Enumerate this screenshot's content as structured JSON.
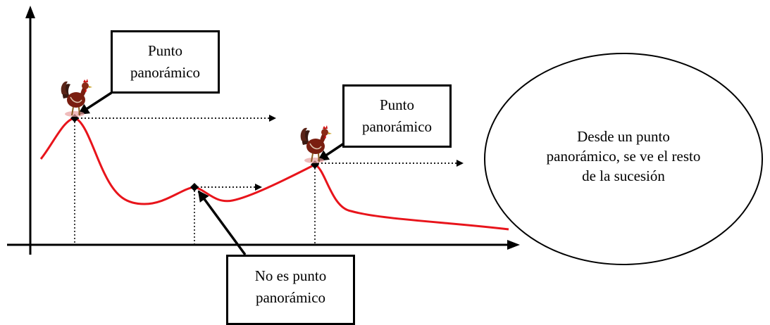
{
  "callouts": {
    "peak1": {
      "line1": "Punto",
      "line2": "panorámico"
    },
    "peak2": {
      "line1": "Punto",
      "line2": "panorámico"
    },
    "valley": {
      "line1": "No es punto",
      "line2": "panorámico"
    }
  },
  "ellipse": {
    "line1": "Desde un punto",
    "line2": "panorámico, se ve el resto",
    "line3": "de la sucesión"
  },
  "colors": {
    "curve": "#e8141b",
    "axes": "#000000",
    "rooster_body": "#7a1e10",
    "rooster_comb": "#d01010",
    "rooster_tail": "#3a1a12"
  },
  "icons": [
    "rooster-icon",
    "rooster-icon"
  ]
}
